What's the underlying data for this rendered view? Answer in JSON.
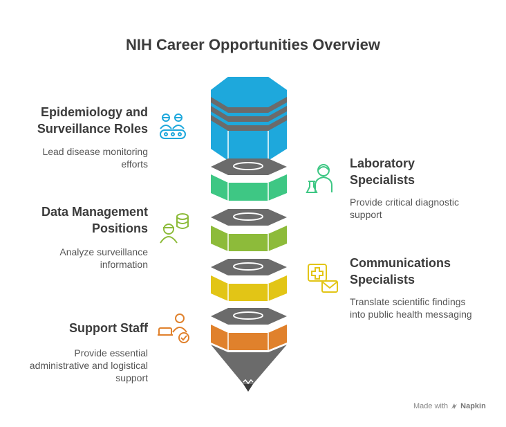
{
  "title": "NIH Career Opportunities Overview",
  "items": [
    {
      "title_line1": "Epidemiology and",
      "title_line2": "Surveillance Roles",
      "desc_line1": "Lead disease monitoring",
      "desc_line2": "efforts",
      "color": "#1ea8dc",
      "icon": "surveillance-team-icon"
    },
    {
      "title_line1": "Laboratory",
      "title_line2": "Specialists",
      "desc_line1": "Provide critical diagnostic",
      "desc_line2": "support",
      "color": "#3ec784",
      "icon": "lab-scientist-icon"
    },
    {
      "title_line1": "Data Management",
      "title_line2": "Positions",
      "desc_line1": "Analyze surveillance",
      "desc_line2": "information",
      "color": "#8dbb3a",
      "icon": "data-worker-icon"
    },
    {
      "title_line1": "Communications",
      "title_line2": "Specialists",
      "desc_line1": "Translate scientific findings",
      "desc_line2": "into public health messaging",
      "color": "#e2c516",
      "icon": "health-message-icon"
    },
    {
      "title_line1": "Support Staff",
      "title_line2": "",
      "desc_line1": "Provide essential",
      "desc_line2": "administrative and logistical",
      "desc_line3": "support",
      "color": "#e0812c",
      "icon": "support-staff-icon"
    }
  ],
  "footer": {
    "made_with": "Made with",
    "brand": "Napkin"
  }
}
